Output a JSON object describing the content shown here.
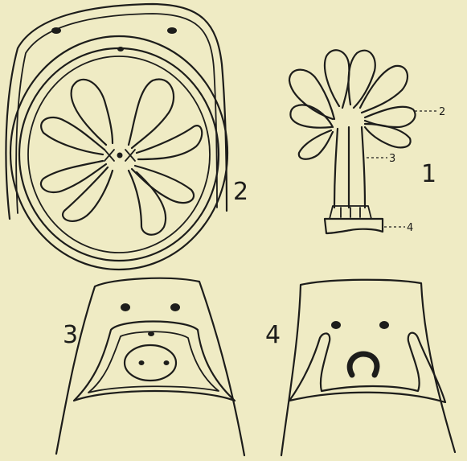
{
  "figure_labels": {
    "fig_1": "1",
    "fig_2": "2",
    "fig_3": "3",
    "fig_4": "4"
  },
  "part_labels": {
    "part_2": "2",
    "part_3": "3",
    "part_4": "4"
  },
  "colors": {
    "paper": "#efebc4",
    "ink": "#1d1d1b"
  }
}
